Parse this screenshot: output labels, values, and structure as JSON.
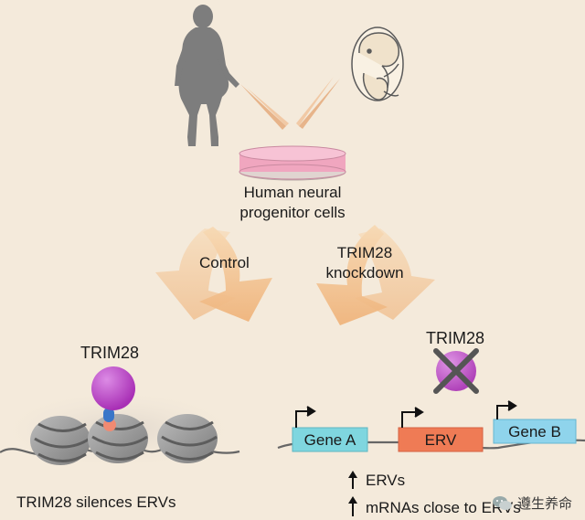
{
  "source_label": "Human neural\nprogenitor cells",
  "branches": {
    "control_label": "Control",
    "knockdown_label": "TRIM28\nknockdown"
  },
  "left_panel": {
    "protein_label": "TRIM28",
    "caption": "TRIM28 silences ERVs"
  },
  "right_panel": {
    "protein_label": "TRIM28",
    "genes": [
      "Gene A",
      "ERV",
      "Gene B"
    ],
    "effects": [
      "ERVs",
      "mRNAs close to ERVs"
    ]
  },
  "watermark": {
    "text": "遵生养命",
    "icon": "wechat-logo-icon"
  },
  "colors": {
    "background": "#f4eadb",
    "silhouette": "#7d7d7d",
    "dish": "#f3a9c1",
    "arrow": "#f2c08d",
    "trim28": "#b33fbe",
    "nucleosome": "#9a9a9a",
    "gene_box": "#7fd6df",
    "erv_box": "#ef7b55",
    "gene_b_box": "#8fd4ec"
  }
}
